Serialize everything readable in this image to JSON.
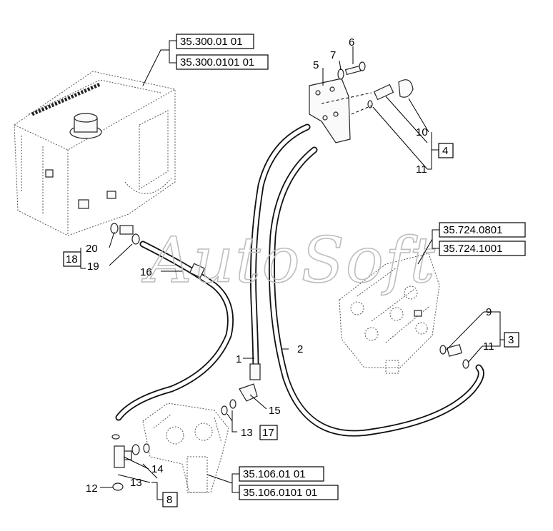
{
  "watermark": "AutoSoft",
  "reference_codes": {
    "tank_a": "35.300.01 01",
    "tank_b": "35.300.0101 01",
    "valve_a": "35.724.0801",
    "valve_b": "35.724.1001",
    "pump_a": "35.106.01 01",
    "pump_b": "35.106.0101 01"
  },
  "kit_numbers": {
    "kit_4": "4",
    "kit_3": "3",
    "kit_18": "18",
    "kit_17": "17",
    "kit_8": "8"
  },
  "part_numbers": {
    "p1": "1",
    "p2": "2",
    "p5": "5",
    "p6": "6",
    "p7": "7",
    "p9": "9",
    "p10": "10",
    "p11a": "11",
    "p11b": "11",
    "p12": "12",
    "p13a": "13",
    "p13b": "13",
    "p14": "14",
    "p15": "15",
    "p16": "16",
    "p19": "19",
    "p20": "20"
  }
}
